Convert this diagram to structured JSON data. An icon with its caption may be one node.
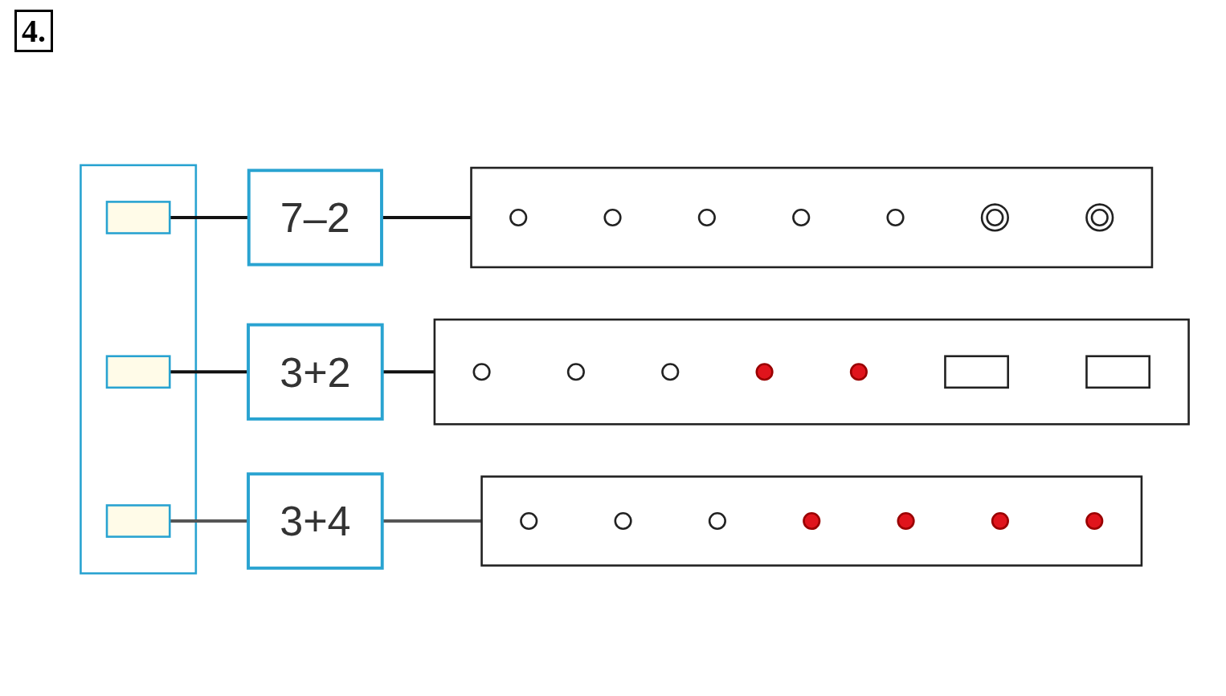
{
  "diagram": {
    "nodes": [
      {
        "text": [],
        "shape": "box"
      },
      {
        "text": [],
        "shape": "picture",
        "in": 0
      },
      {
        "text": [],
        "shape": "picture",
        "in": 0
      },
      {
        "text": [],
        "shape": "picture",
        "in": 0
      },
      {
        "text": [
          "7–2"
        ]
      },
      {
        "text": [
          "3+4"
        ]
      },
      {
        "text": [
          "3+2"
        ]
      },
      {
        "text": [],
        "shape": "box"
      },
      {
        "text": [],
        "shape": "circle",
        "in": 7
      },
      {
        "text": [],
        "shape": "circle",
        "in": 7
      },
      {
        "text": [],
        "shape": "circle",
        "in": 7
      },
      {
        "text": [],
        "shape": "dot",
        "in": 7
      },
      {
        "text": [],
        "shape": "dot",
        "in": 7
      },
      {
        "text": [],
        "shape": "dot",
        "in": 7
      },
      {
        "text": [],
        "shape": "dot",
        "in": 7
      },
      {
        "text": [],
        "shape": "box"
      },
      {
        "text": [],
        "shape": "circle",
        "in": 15
      },
      {
        "text": [],
        "shape": "circle",
        "in": 15
      },
      {
        "text": [],
        "shape": "circle",
        "in": 15
      },
      {
        "text": [],
        "shape": "dot",
        "in": 15
      },
      {
        "text": [],
        "shape": "dot",
        "in": 15
      },
      {
        "text": [],
        "shape": "box",
        "in": 15
      },
      {
        "text": [],
        "shape": "box",
        "in": 15
      },
      {
        "text": [],
        "shape": "box"
      },
      {
        "text": [],
        "shape": "circle",
        "in": 23
      },
      {
        "text": [],
        "shape": "circle",
        "in": 23
      },
      {
        "text": [],
        "shape": "circle",
        "in": 23
      },
      {
        "text": [],
        "shape": "circle",
        "in": 23
      },
      {
        "text": [],
        "shape": "circle",
        "in": 23
      },
      {
        "text": [],
        "shape": "crossed-circle",
        "in": 23
      },
      {
        "text": [],
        "shape": "crossed-circle",
        "in": 23
      }
    ],
    "edges": [
      {
        "from": 1,
        "to": 4,
        "arrow": "none"
      },
      {
        "from": 2,
        "to": 6,
        "arrow": "none"
      },
      {
        "from": 3,
        "to": 5,
        "arrow": "none",
        "color": "#555555"
      },
      {
        "from": 4,
        "to": 23,
        "arrow": "none"
      },
      {
        "from": 5,
        "to": 7,
        "arrow": "none",
        "color": "#555555"
      },
      {
        "from": 6,
        "to": 15,
        "arrow": "none"
      }
    ],
    "labels": [
      "4."
    ]
  }
}
